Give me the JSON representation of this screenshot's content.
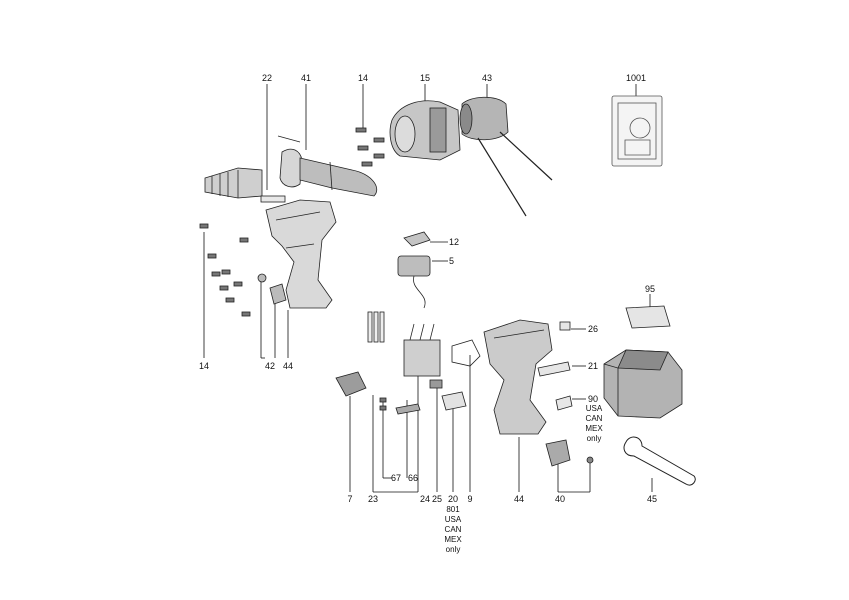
{
  "parts": {
    "p22": "22",
    "p41": "41",
    "p14_top": "14",
    "p15": "15",
    "p43": "43",
    "p1001": "1001",
    "p12": "12",
    "p5": "5",
    "p95": "95",
    "p26": "26",
    "p21": "21",
    "p90": "90",
    "p14_bottom": "14",
    "p42": "42",
    "p44_left": "44",
    "p7": "7",
    "p23": "23",
    "p67": "67",
    "p66": "66",
    "p24": "24",
    "p25": "25",
    "p20": "20",
    "p9": "9",
    "p44_right": "44",
    "p40": "40",
    "p45": "45"
  },
  "notes": {
    "note_90": [
      "USA",
      "CAN",
      "MEX",
      "only"
    ],
    "note_801": [
      "801",
      "USA",
      "CAN",
      "MEX",
      "only"
    ]
  }
}
